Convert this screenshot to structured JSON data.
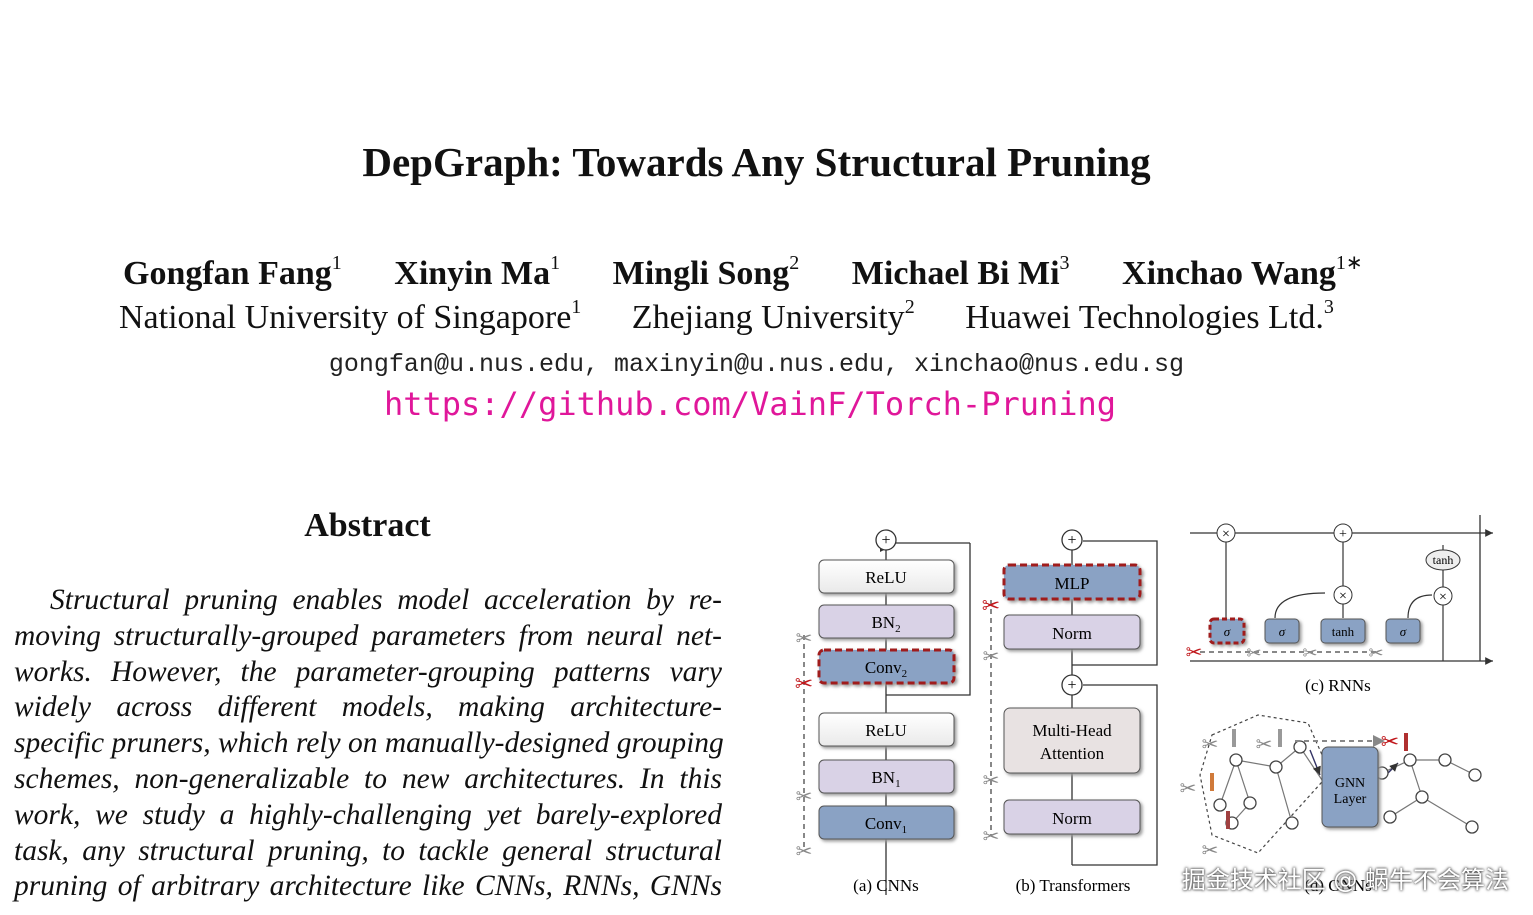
{
  "title": "DepGraph: Towards Any Structural Pruning",
  "authors": [
    {
      "name": "Gongfan Fang",
      "sup": "1"
    },
    {
      "name": "Xinyin Ma",
      "sup": "1"
    },
    {
      "name": "Mingli Song",
      "sup": "2"
    },
    {
      "name": "Michael Bi Mi",
      "sup": "3"
    },
    {
      "name": "Xinchao Wang",
      "sup": "1∗"
    }
  ],
  "affiliations": [
    {
      "name": "National University of Singapore",
      "sup": "1"
    },
    {
      "name": "Zhejiang University",
      "sup": "2"
    },
    {
      "name": "Huawei Technologies Ltd.",
      "sup": "3"
    }
  ],
  "emails": "gongfan@u.nus.edu, maxinyin@u.nus.edu, xinchao@nus.edu.sg",
  "repo_url": "https://github.com/VainF/Torch-Pruning",
  "abstract": {
    "heading": "Abstract",
    "lines": [
      "Structural pruning enables model acceleration by re-",
      "moving structurally-grouped parameters from neural net-",
      "works.  However, the parameter-grouping patterns vary",
      "widely across different models, making architecture-",
      "specific pruners, which rely on manually-designed grouping",
      "schemes, non-generalizable to new architectures.  In this",
      "work, we study a highly-challenging yet barely-explored",
      "task, any structural pruning, to tackle general structural",
      "pruning of arbitrary architecture like CNNs, RNNs, GNNs"
    ]
  },
  "figure": {
    "cnn": {
      "blocks": [
        "ReLU",
        "BN",
        "Conv",
        "ReLU",
        "BN",
        "Conv"
      ],
      "subscripts": [
        "",
        "2",
        "2",
        "",
        "1",
        "1"
      ],
      "caption": "(a) CNNs"
    },
    "transformer": {
      "blocks": [
        "MLP",
        "Norm",
        "Multi-Head",
        "Attention",
        "Norm"
      ],
      "caption": "(b) Transformers"
    },
    "rnn": {
      "gates": [
        "σ",
        "σ",
        "tanh",
        "σ"
      ],
      "tanh_label": "tanh",
      "caption": "(c) RNNs"
    },
    "gnn": {
      "layer_line1": "GNN",
      "layer_line2": "Layer",
      "caption": "(d) GNNs"
    },
    "plus_symbol": "+",
    "times_symbol": "×"
  },
  "watermark": "掘金技术社区 @ 蜗牛不会算法",
  "colors": {
    "link": "#e0179a",
    "pruned_border": "#a01c1c",
    "conv_fill": "#8aa2c4",
    "norm_fill": "#d9d2e6"
  }
}
